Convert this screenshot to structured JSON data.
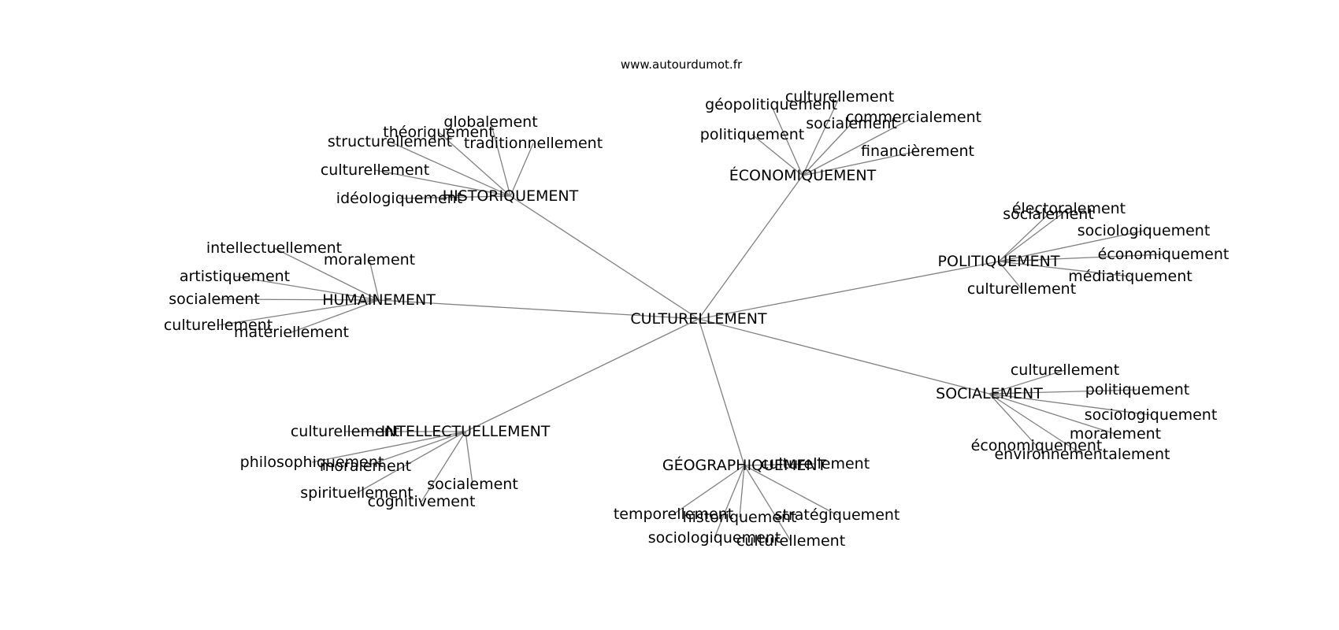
{
  "source": "www.autourdumot.fr",
  "edge_color": "#808080",
  "center": "CULTURELLEMENT",
  "groups": [
    {
      "hub": "HISTORIQUEMENT",
      "leaves": [
        "globalement",
        "théoriquement",
        "structurellement",
        "traditionnellement",
        "culturellement",
        "idéologiquement"
      ]
    },
    {
      "hub": "ÉCONOMIQUEMENT",
      "leaves": [
        "culturellement",
        "géopolitiquement",
        "commercialement",
        "socialement",
        "politiquement",
        "financièrement"
      ]
    },
    {
      "hub": "POLITIQUEMENT",
      "leaves": [
        "électoralement",
        "socialement",
        "sociologiquement",
        "économiquement",
        "médiatiquement",
        "culturellement"
      ]
    },
    {
      "hub": "HUMAINEMENT",
      "leaves": [
        "intellectuellement",
        "moralement",
        "artistiquement",
        "socialement",
        "culturellement",
        "matériellement"
      ]
    },
    {
      "hub": "SOCIALEMENT",
      "leaves": [
        "culturellement",
        "politiquement",
        "sociologiquement",
        "moralement",
        "économiquement",
        "environnementalement"
      ]
    },
    {
      "hub": "INTELLECTUELLEMENT",
      "leaves": [
        "culturellement",
        "philosophiquement",
        "moralement",
        "socialement",
        "spirituellement",
        "cognitivement"
      ]
    },
    {
      "hub": "GÉOGRAPHIQUEMENT",
      "leaves": [
        "temporellement",
        "culturellement",
        "historiquement",
        "stratégiquement",
        "sociologiquement",
        "culturellement"
      ]
    }
  ]
}
